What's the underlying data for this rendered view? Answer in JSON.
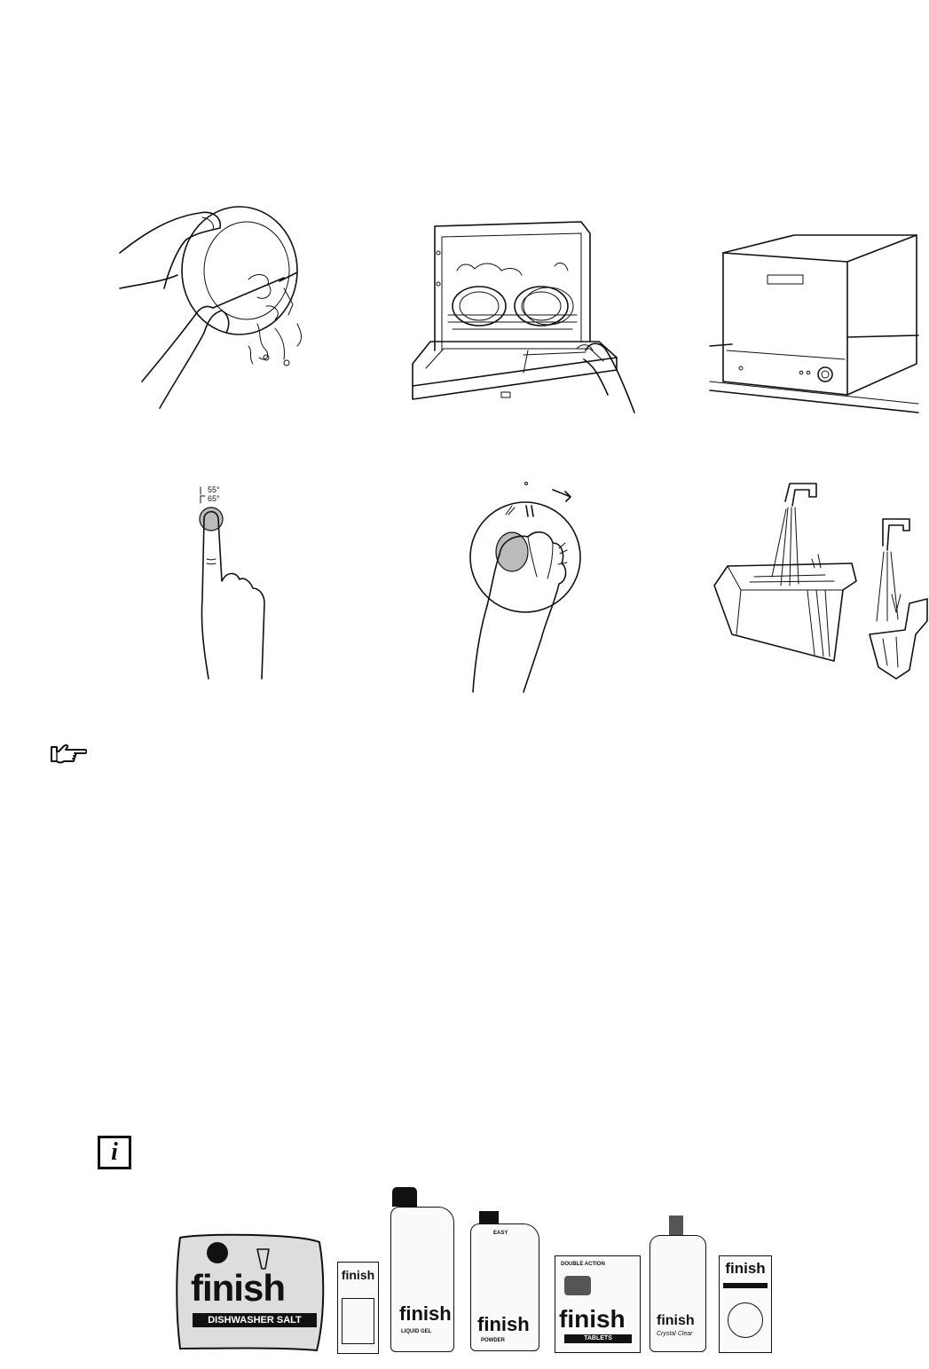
{
  "panels": {
    "temp_labels": [
      "55°",
      "65°"
    ]
  },
  "products": {
    "brand": "finish",
    "salt_label": "DISHWASHER SALT",
    "liquid_label": "LIQUID GEL",
    "powder_label": "POWDER",
    "tablets_label": "TABLETS",
    "double_action": "DOUBLE ACTION",
    "easy_label": "EASY",
    "crystal_label": "Crystal Clear"
  },
  "colors": {
    "ink": "#111111",
    "paper": "#ffffff"
  }
}
